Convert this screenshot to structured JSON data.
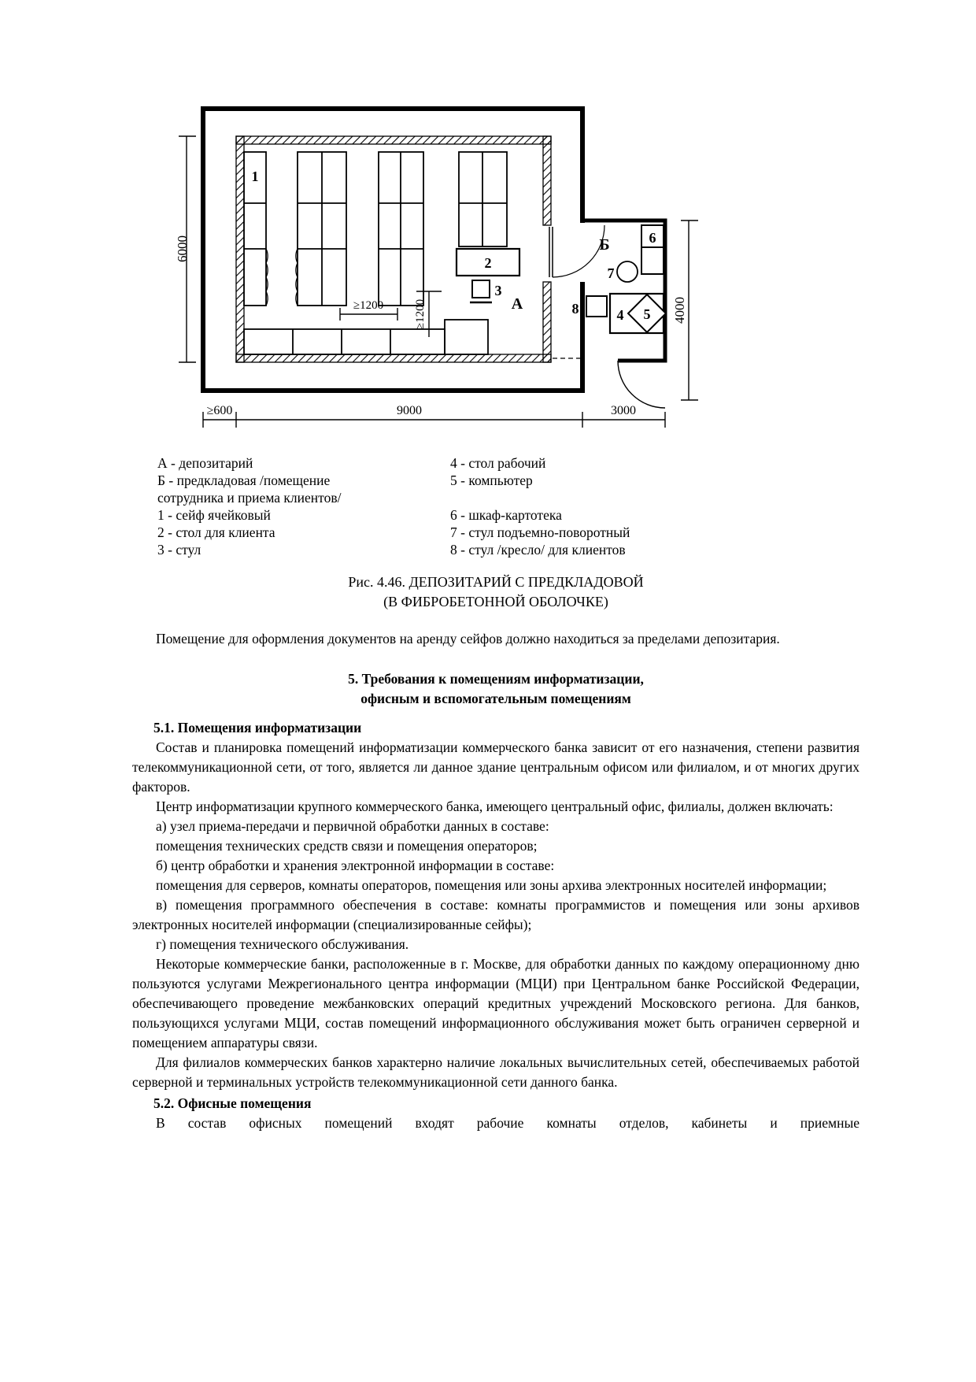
{
  "figure": {
    "dim_6000": "6000",
    "dim_4000": "4000",
    "dim_600": "≥600",
    "dim_9000": "9000",
    "dim_3000": "3000",
    "dim_1200_h": "≥1200",
    "dim_1200_v": "≥1200",
    "label_room_a": "А",
    "label_room_b": "Б",
    "label_1": "1",
    "label_2": "2",
    "label_3": "3",
    "label_4": "4",
    "label_5": "5",
    "label_6": "6",
    "label_7": "7",
    "label_8": "8"
  },
  "legend": {
    "left": [
      "А - депозитарий",
      "Б - предкладовая /помещение",
      "сотрудника и приема клиентов/",
      "1 - сейф ячейковый",
      "2 - стол для клиента",
      "3 - стул"
    ],
    "right": [
      "4 - стол рабочий",
      "5 - компьютер",
      "",
      "6 - шкаф-картотека",
      "7 - стул подъемно-поворотный",
      "8 - стул /кресло/ для клиентов"
    ]
  },
  "caption": {
    "line1": "Рис. 4.46. ДЕПОЗИТАРИЙ С ПРЕДКЛАДОВОЙ",
    "line2": "(В ФИБРОБЕТОННОЙ ОБОЛОЧКЕ)"
  },
  "body": {
    "intro": "Помещение для оформления документов на аренду сейфов должно находиться за пределами депозитария.",
    "heading5_line1": "5. Требования к помещениям информатизации,",
    "heading5_line2": "офисным и вспомогательным помещениям",
    "s51": "5.1. Помещения информатизации",
    "p1": "Состав и планировка помещений информатизации коммерческого банка зависит от его назначения, степени развития телекоммуникационной сети, от того, является ли данное здание центральным офисом или филиалом, и от многих других факторов.",
    "p2": "Центр информатизации крупного коммерческого банка, имеющего центральный офис, филиалы, должен включать:",
    "pa": "а) узел приема-передачи и первичной обработки данных в составе:",
    "pa2": "помещения технических средств связи и помещения операторов;",
    "pb": "б) центр обработки и хранения электронной информации в составе:",
    "pb2": "помещения для серверов, комнаты операторов, помещения или зоны архива электронных носителей информации;",
    "pv": "в) помещения программного обеспечения в составе: комнаты программистов и помещения или зоны архивов электронных носителей информации (специализированные сейфы);",
    "pg": "г) помещения технического обслуживания.",
    "p_mci": "Некоторые коммерческие банки, расположенные в г. Москве, для обработки данных по каждому операционному дню пользуются услугами Межрегионального центра информации (МЦИ) при Центральном банке Российской Федерации, обеспечивающего проведение межбанковских операций кредитных учреждений Московского региона. Для банков, пользующихся услугами МЦИ, состав помещений информационного обслуживания может быть ограничен серверной и помещением аппаратуры связи.",
    "p_fil": "Для филиалов коммерческих банков характерно наличие локальных вычислительных сетей, обеспечиваемых работой серверной и терминальных устройств телекоммуникационной сети данного банка.",
    "s52": "5.2. Офисные помещения",
    "p_office": "В состав офисных помещений входят рабочие комнаты отделов, кабинеты и приемные"
  }
}
